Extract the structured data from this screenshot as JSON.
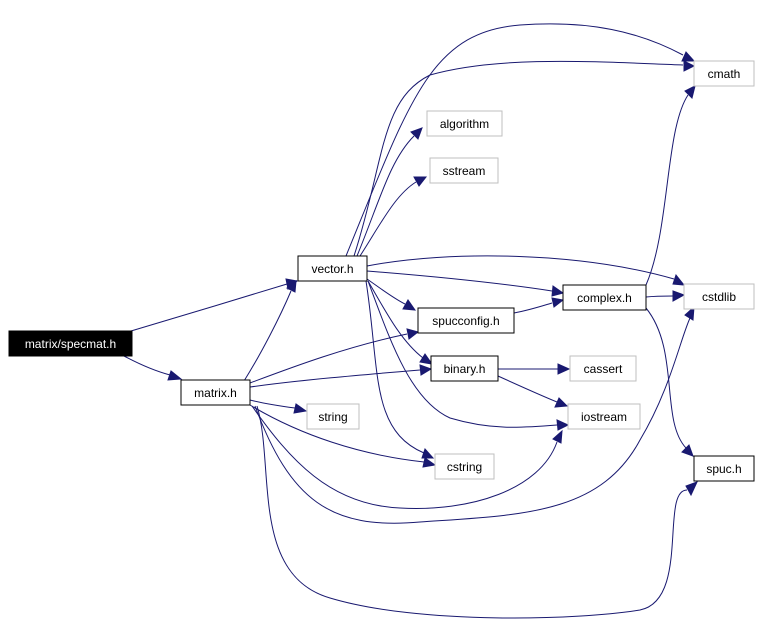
{
  "nodes": {
    "specmat": {
      "label": "matrix/specmat.h",
      "kind": "root"
    },
    "matrix": {
      "label": "matrix.h",
      "kind": "documented"
    },
    "vector": {
      "label": "vector.h",
      "kind": "documented"
    },
    "spucconfig": {
      "label": "spucconfig.h",
      "kind": "documented"
    },
    "binary": {
      "label": "binary.h",
      "kind": "documented"
    },
    "complex": {
      "label": "complex.h",
      "kind": "documented"
    },
    "spuc": {
      "label": "spuc.h",
      "kind": "documented"
    },
    "algorithm": {
      "label": "algorithm",
      "kind": "external"
    },
    "sstream": {
      "label": "sstream",
      "kind": "external"
    },
    "string": {
      "label": "string",
      "kind": "external"
    },
    "cstring": {
      "label": "cstring",
      "kind": "external"
    },
    "cmath": {
      "label": "cmath",
      "kind": "external"
    },
    "cstdlib": {
      "label": "cstdlib",
      "kind": "external"
    },
    "cassert": {
      "label": "cassert",
      "kind": "external"
    },
    "iostream": {
      "label": "iostream",
      "kind": "external"
    }
  },
  "edges": [
    [
      "specmat",
      "vector"
    ],
    [
      "specmat",
      "matrix"
    ],
    [
      "matrix",
      "vector"
    ],
    [
      "matrix",
      "spucconfig"
    ],
    [
      "matrix",
      "binary"
    ],
    [
      "matrix",
      "string"
    ],
    [
      "matrix",
      "cstring"
    ],
    [
      "matrix",
      "iostream"
    ],
    [
      "matrix",
      "cstdlib"
    ],
    [
      "matrix",
      "spuc"
    ],
    [
      "vector",
      "cmath"
    ],
    [
      "vector",
      "algorithm"
    ],
    [
      "vector",
      "sstream"
    ],
    [
      "vector",
      "cstdlib"
    ],
    [
      "vector",
      "complex"
    ],
    [
      "vector",
      "spucconfig"
    ],
    [
      "vector",
      "binary"
    ],
    [
      "vector",
      "iostream"
    ],
    [
      "vector",
      "cstring"
    ],
    [
      "spucconfig",
      "complex"
    ],
    [
      "complex",
      "cmath"
    ],
    [
      "complex",
      "cstdlib"
    ],
    [
      "complex",
      "spuc"
    ],
    [
      "binary",
      "cassert"
    ],
    [
      "binary",
      "iostream"
    ]
  ]
}
